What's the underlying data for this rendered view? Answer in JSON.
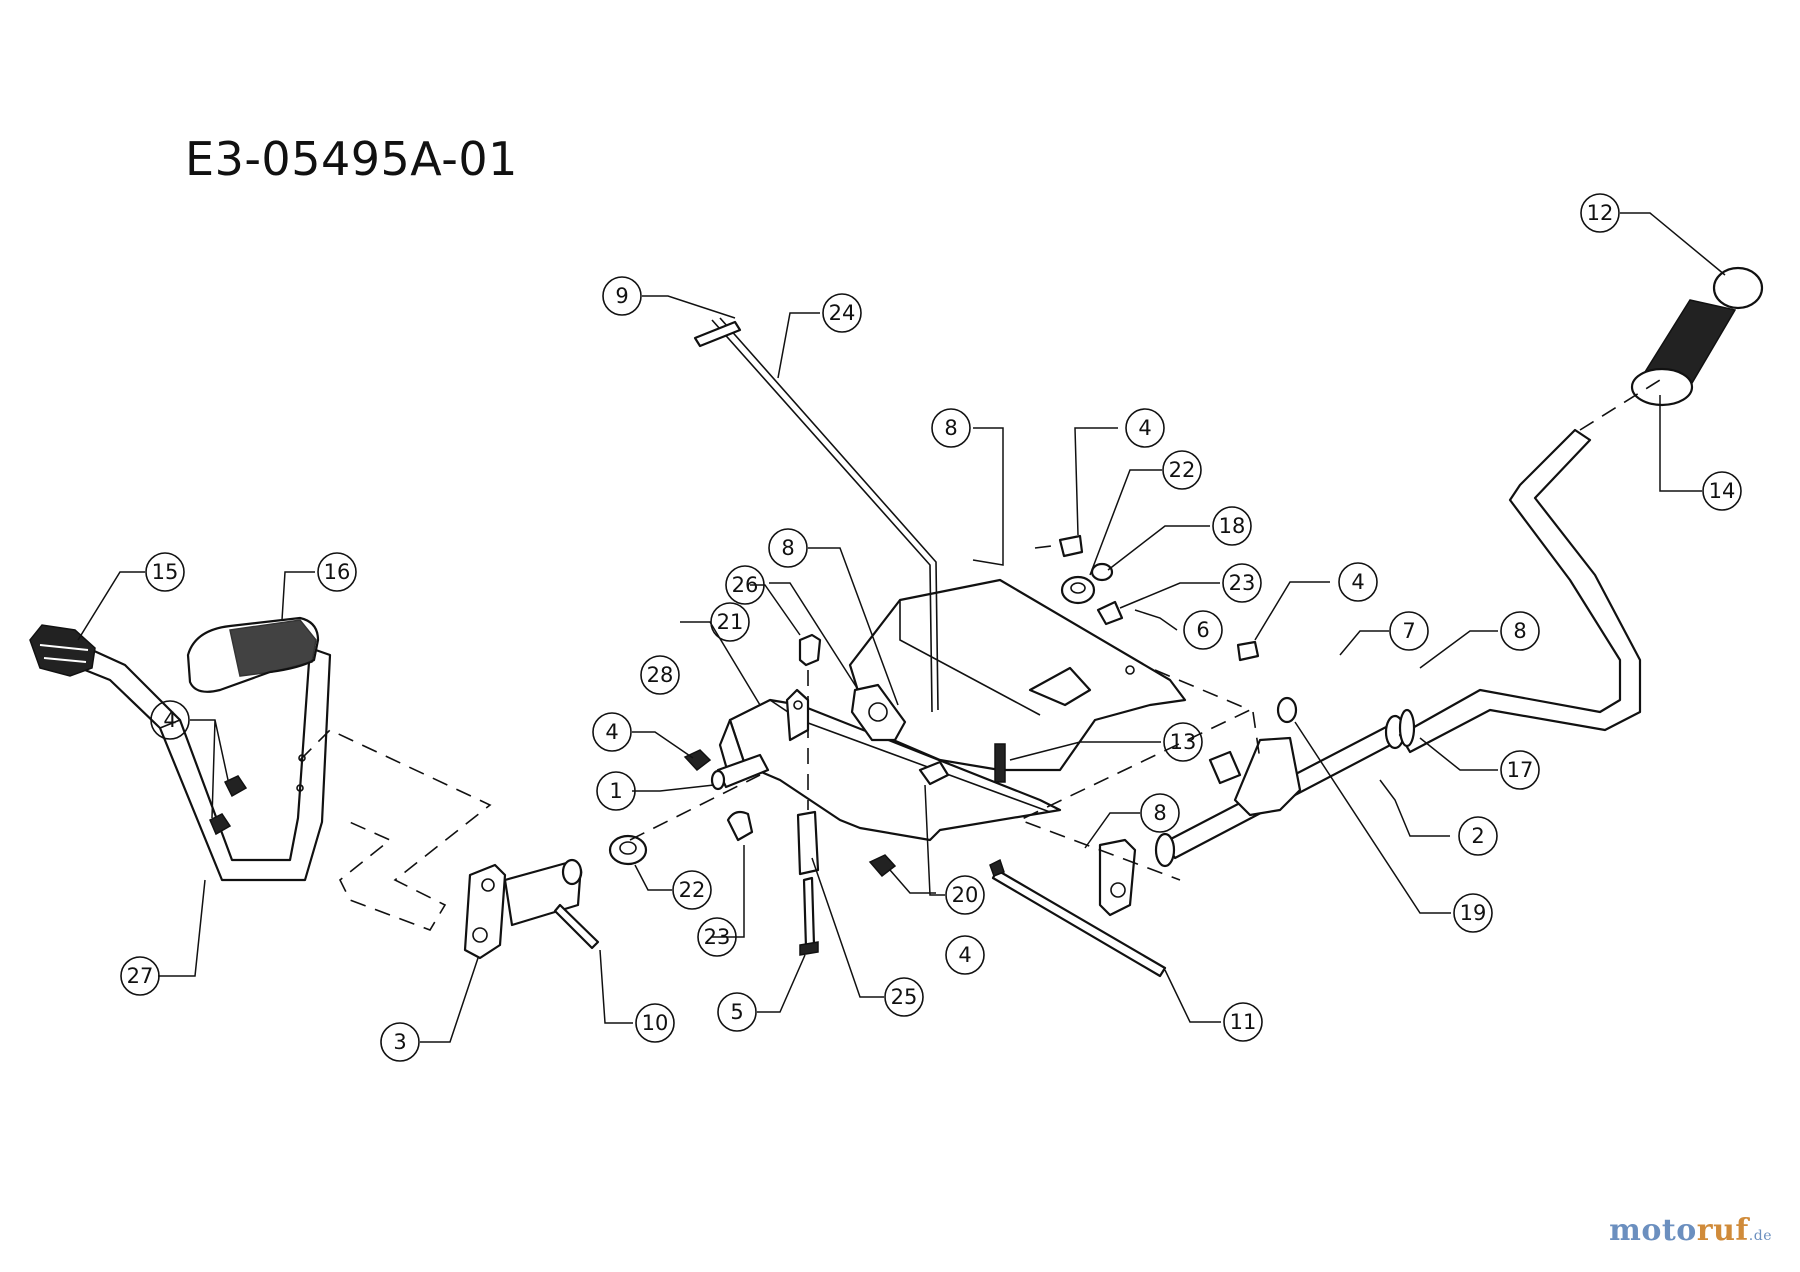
{
  "diagram_code": "E3-05495A-01",
  "watermark": {
    "part1": "moto",
    "part2": "ruf",
    "part3": ".de"
  },
  "callouts": [
    {
      "id": "c1",
      "label": "1"
    },
    {
      "id": "c2",
      "label": "2"
    },
    {
      "id": "c3",
      "label": "3"
    },
    {
      "id": "c4a",
      "label": "4"
    },
    {
      "id": "c4b",
      "label": "4"
    },
    {
      "id": "c4c",
      "label": "4"
    },
    {
      "id": "c4d",
      "label": "4"
    },
    {
      "id": "c4e",
      "label": "4"
    },
    {
      "id": "c5",
      "label": "5"
    },
    {
      "id": "c6",
      "label": "6"
    },
    {
      "id": "c7",
      "label": "7"
    },
    {
      "id": "c8a",
      "label": "8"
    },
    {
      "id": "c8b",
      "label": "8"
    },
    {
      "id": "c8c",
      "label": "8"
    },
    {
      "id": "c8d",
      "label": "8"
    },
    {
      "id": "c9",
      "label": "9"
    },
    {
      "id": "c10",
      "label": "10"
    },
    {
      "id": "c11",
      "label": "11"
    },
    {
      "id": "c12",
      "label": "12"
    },
    {
      "id": "c13",
      "label": "13"
    },
    {
      "id": "c14",
      "label": "14"
    },
    {
      "id": "c15",
      "label": "15"
    },
    {
      "id": "c16",
      "label": "16"
    },
    {
      "id": "c17",
      "label": "17"
    },
    {
      "id": "c18",
      "label": "18"
    },
    {
      "id": "c19",
      "label": "19"
    },
    {
      "id": "c20",
      "label": "20"
    },
    {
      "id": "c21",
      "label": "21"
    },
    {
      "id": "c22a",
      "label": "22"
    },
    {
      "id": "c22b",
      "label": "22"
    },
    {
      "id": "c23a",
      "label": "23"
    },
    {
      "id": "c23b",
      "label": "23"
    },
    {
      "id": "c24",
      "label": "24"
    },
    {
      "id": "c25",
      "label": "25"
    },
    {
      "id": "c26",
      "label": "26"
    },
    {
      "id": "c27",
      "label": "27"
    },
    {
      "id": "c28",
      "label": "28"
    }
  ]
}
